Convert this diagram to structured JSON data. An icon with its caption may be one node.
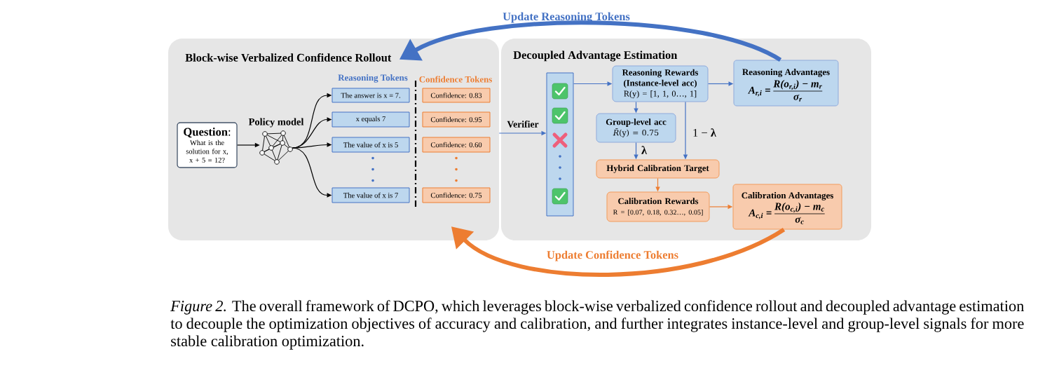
{
  "diagram": {
    "caption": "*Figure 2.* The overall framework of DCPO, which leverages block-wise verbalized confidence rollout and decoupled advantage estimation to decouple the optimization objectives of accuracy and calibration, and further integrates instance-level and group-level signals for more stable calibration optimization.",
    "nodes": [
      {
        "text": [
          "Block-wise Verbalized Confidence Rollout"
        ]
      },
      {
        "text": [
          "**Question**:",
          "What is the solution for x, x + 5 = 12?"
        ],
        "in": 0
      },
      {
        "text": [],
        "shape": "picture",
        "beside": [
          "Policy model"
        ],
        "in": 0
      },
      {
        "text": [
          "The answer is x = 7."
        ],
        "in": 0
      },
      {
        "text": [
          "x equals 7"
        ],
        "in": 0
      },
      {
        "text": [
          "The value of x is 5"
        ],
        "in": 0
      },
      {
        "text": [
          "The value of x is 7"
        ],
        "in": 0
      },
      {
        "text": [
          "Confidence: 0.83"
        ],
        "in": 0
      },
      {
        "text": [
          "Confidence: 0.95"
        ],
        "in": 0
      },
      {
        "text": [
          "Confidence: 0.60"
        ],
        "in": 0
      },
      {
        "text": [
          "Confidence: 0.75"
        ],
        "in": 0
      },
      {
        "text": [
          "Decoupled Advantage Estimation"
        ]
      },
      {
        "text": [],
        "shape": "box",
        "in": 11
      },
      {
        "text": [
          "Reasoning Rewards (Instance-level acc)",
          "R(y) = [1, 1, 0…, 1]"
        ],
        "in": 11
      },
      {
        "text": [
          "Reasoning Advantages",
          "A$_{r,i}$ =",
          "R(o$_{r,i}$) − m$_{r}$",
          "σ$_{r}$"
        ],
        "in": 11
      },
      {
        "text": [
          "Group-level acc",
          "*R̄*(y) = 0.75"
        ],
        "in": 11
      },
      {
        "text": [
          "Hybrid Calibration Target"
        ],
        "in": 11
      },
      {
        "text": [
          "Calibration Rewards",
          "R = [0.07, 0.18, 0.32…, 0.05]"
        ],
        "in": 11
      },
      {
        "text": [
          "Calibration Advantages",
          "A$_{c,i}$ =",
          "R(o$_{c,i}$) − m$_{c}$",
          "σ$_{c}$"
        ],
        "in": 11
      }
    ],
    "edges": [
      {
        "from": 1,
        "to": 2,
        "arrow": "to",
        "color": "#000000"
      },
      {
        "from": 2,
        "to": 3,
        "arrow": "to",
        "color": "#000000"
      },
      {
        "from": 2,
        "to": 4,
        "arrow": "to",
        "color": "#000000"
      },
      {
        "from": 2,
        "to": 5,
        "arrow": "to",
        "color": "#000000"
      },
      {
        "from": 2,
        "to": 6,
        "arrow": "to",
        "color": "#000000"
      },
      {
        "from": 0,
        "to": 12,
        "arrow": "to",
        "label": "Verifier"
      },
      {
        "from": 12,
        "to": 13,
        "arrow": "to"
      },
      {
        "from": 13,
        "to": 14,
        "arrow": "to"
      },
      {
        "from": 13,
        "to": 15,
        "arrow": "to"
      },
      {
        "from": 13,
        "to": 16,
        "arrow": "to",
        "label": "1 − **λ**"
      },
      {
        "from": 15,
        "to": 16,
        "arrow": "to",
        "label": "λ"
      },
      {
        "from": 16,
        "to": 17,
        "arrow": "to",
        "color": "#ed7d31"
      },
      {
        "from": 17,
        "to": 18,
        "arrow": "to",
        "color": "#ed7d31"
      },
      {
        "from": 14,
        "to": 0,
        "arrow": "to",
        "label": "Update Reasoning Tokens",
        "style": "thick"
      },
      {
        "from": 18,
        "to": 0,
        "arrow": "to",
        "label": "Update Confidence Tokens",
        "style": "thick",
        "color": "#ed7d31"
      }
    ],
    "labels": [
      "Reasoning Tokens",
      "Confidence Tokens"
    ]
  }
}
